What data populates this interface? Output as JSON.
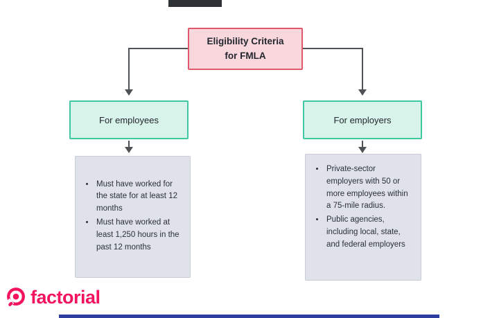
{
  "colors": {
    "brand_pink": "#f31360",
    "root_bg": "#f9d8dd",
    "root_border": "#e0586d",
    "branch_bg": "#d8f3e9",
    "branch_border": "#3fc7a1",
    "detail_bg": "#dfe2ea",
    "connector": "#4d5257",
    "bottom_bar": "#2c3f9e",
    "top_fragment": "#2e3237"
  },
  "root_node": {
    "line1": "Eligibility Criteria",
    "line2": "for FMLA"
  },
  "branches": [
    {
      "label": "For employees",
      "bullets": [
        "Must have worked for the state for at least 12 months",
        "Must have worked at least 1,250 hours in the past 12 months"
      ]
    },
    {
      "label": "For employers",
      "bullets": [
        "Private-sector employers with 50 or more employees within a 75-mile radius.",
        "Public agencies, including local, state, and federal employers"
      ]
    }
  ],
  "footer": {
    "logo_text": "factorial"
  }
}
